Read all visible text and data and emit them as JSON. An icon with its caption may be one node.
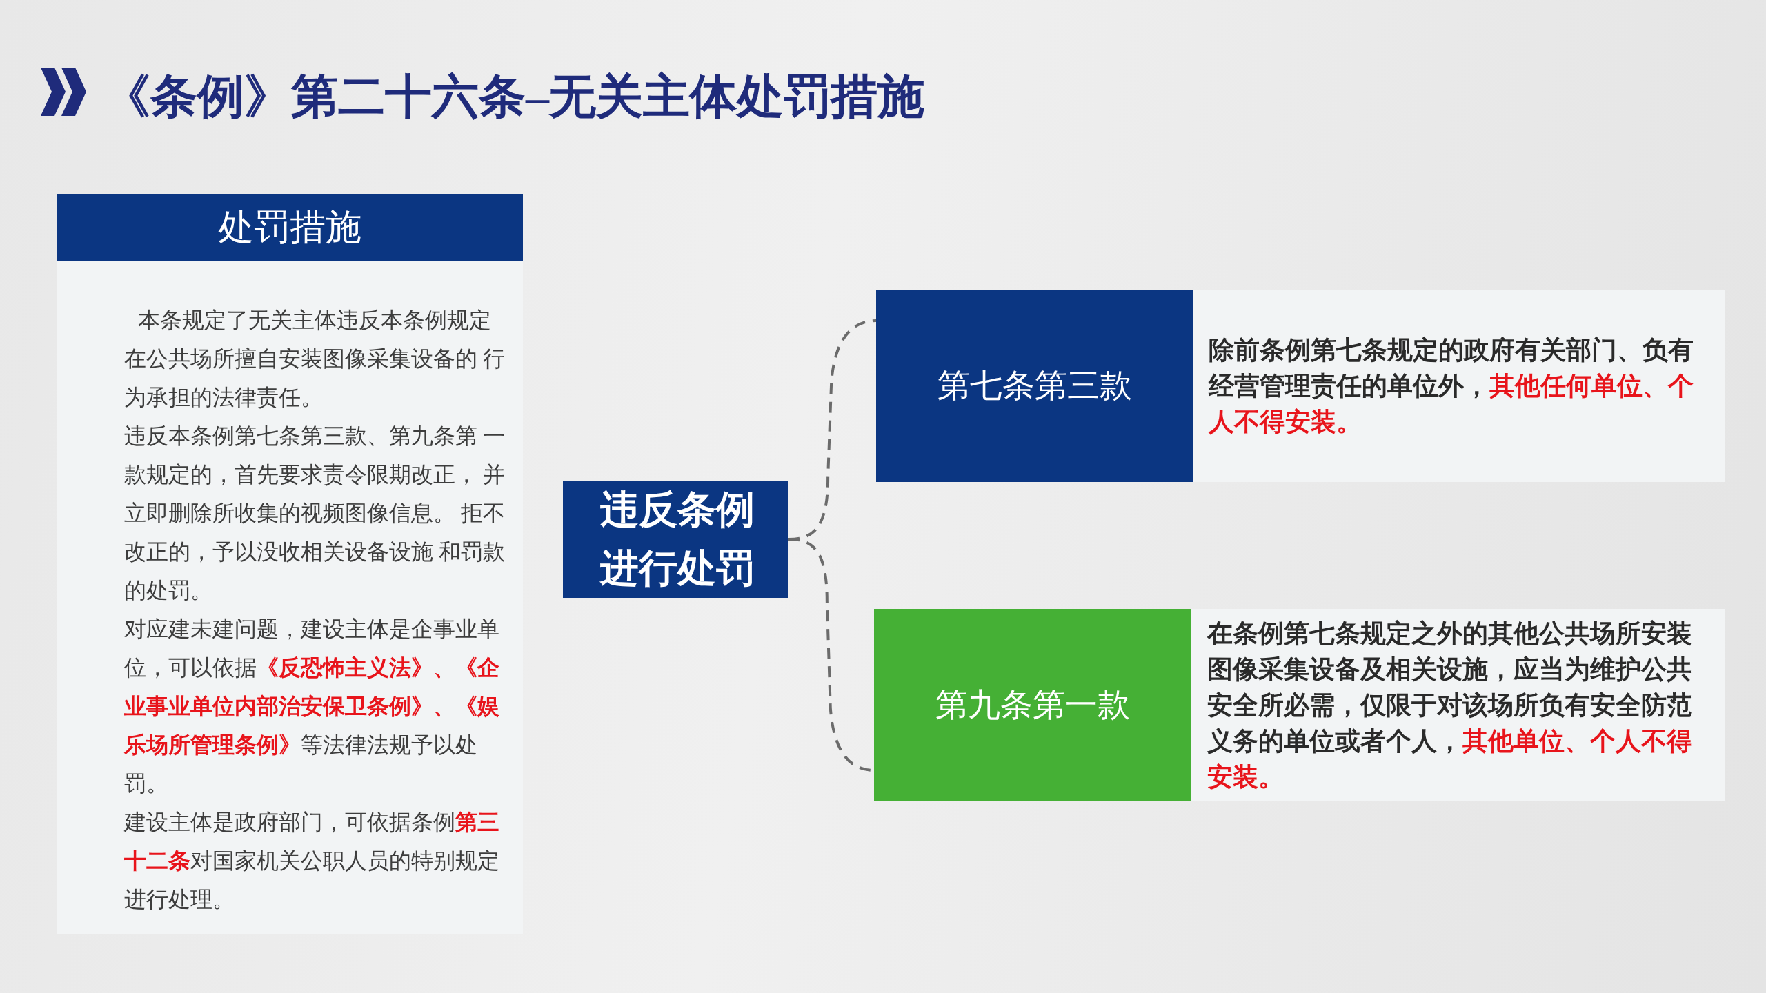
{
  "diagram": {
    "title": "《条例》第二十六条–无关主体处罚措施",
    "nodes": [
      {
        "text": [
          "处罚措施",
          "本条规定了无关主体违反本条例规定在公共场所擅自安装图像采集设备的 行为承担的法律责任。",
          "违反本条例第七条第三款、第九条第 一款规定的，首先要求责令限期改正， 并立即删除所收集的视频图像信息。 拒不改正的，予以没收相关设备设施 和罚款的处罚。",
          "对应建未建问题，建设主体是企事业单位，可以依据**《反恐怖主义法》、《企业事业单位内部治安保卫条例》、《娱乐场所管理条例》**等法律法规予以处罚。",
          "建设主体是政府部门，可依据条例**第三十二条**对国家机关公职人员的特别规定进行处理。"
        ]
      },
      {
        "text": [
          "违反条例进行处罚"
        ]
      },
      {
        "text": [
          "第七条第三款"
        ]
      },
      {
        "text": [
          "除前条例第七条规定的政府有关部门、负有经营管理责任的单位外，**其他任何单位、个人不得安装。**"
        ]
      },
      {
        "text": [
          "第九条第一款"
        ]
      },
      {
        "text": [
          "在条例第七条规定之外的其他公共场所安装图像采集设备及相关设施，应当为维护公共安全所必需，仅限于对该场所负有安全防范义务的单位或者个人，**其他单位、个人不得安装。**"
        ]
      }
    ],
    "edges": [
      {
        "from": 1,
        "to": 2,
        "arrow": "none",
        "style": "dashed"
      },
      {
        "from": 1,
        "to": 4,
        "arrow": "none",
        "style": "dashed"
      }
    ]
  }
}
